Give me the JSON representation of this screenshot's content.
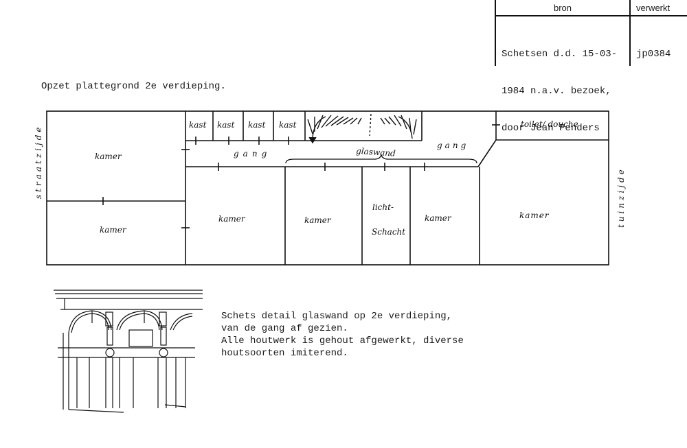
{
  "header": {
    "col_source": "bron",
    "col_processed": "verwerkt",
    "source_lines": [
      "Schetsen d.d. 15-03-",
      "1984 n.a.v. bezoek,",
      "door Jean Penders"
    ],
    "code": "jp0384"
  },
  "title": "Opzet plattegrond 2e verdieping.",
  "plan": {
    "side_left": "straatzijde",
    "side_right": "tuinzijde",
    "kast_labels": [
      "kast",
      "kast",
      "kast",
      "kast"
    ],
    "toilet": "toilet/ douche",
    "gang_left": "gang",
    "gang_right": "gang",
    "glaswand": "glaswand",
    "room_top_left": "kamer",
    "room_bottom_left": "kamer",
    "room_mid_1": "kamer",
    "room_mid_2": "kamer",
    "lichtschacht_line1": "licht-",
    "lichtschacht_line2": "Schacht",
    "room_mid_3": "kamer",
    "room_right": "kamer"
  },
  "note": {
    "lines": [
      "Schets detail glaswand op 2e verdieping,",
      "van de gang af gezien.",
      "Alle houtwerk is gehout afgewerkt, diverse",
      "houtsoorten imiterend."
    ]
  }
}
